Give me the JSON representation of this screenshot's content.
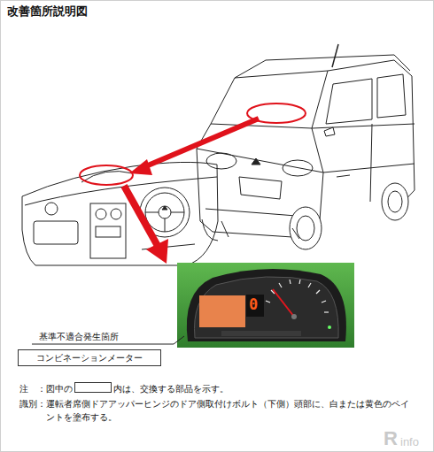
{
  "diagram": {
    "title": "改善箇所説明図",
    "nodes": [
      {
        "text": [
          "基準不適合発生箇所",
          "コンビネーションメーター"
        ]
      }
    ],
    "labels": [
      "0",
      "注　：図中の",
      "内は、交換する部品を示す。",
      "識別",
      "：運転者席側ドアアッパーヒンジのドア側取付けボルト（下側）頭部に、白または黄色のペイントを塗布する。",
      "R",
      "info"
    ]
  }
}
